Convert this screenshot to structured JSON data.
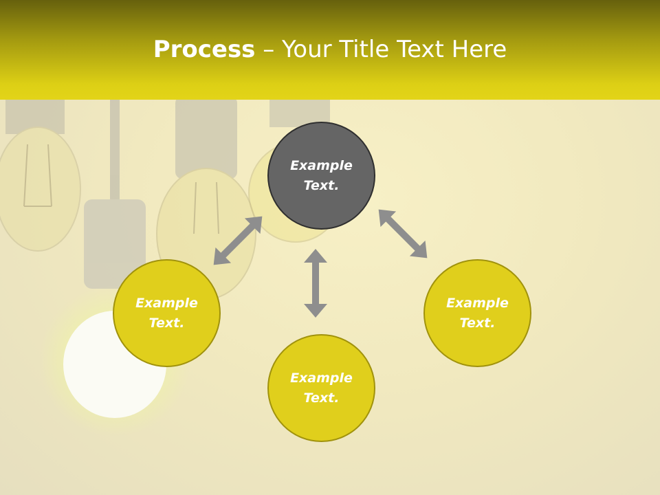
{
  "title": {
    "bold": "Process",
    "rest": " – Your Title Text Here"
  },
  "nodes": [
    {
      "id": "top",
      "text": "Example\nText.",
      "color": "#656565"
    },
    {
      "id": "left",
      "text": "Example\nText.",
      "color": "#e0cf1c"
    },
    {
      "id": "bottom",
      "text": "Example\nText.",
      "color": "#e0cf1c"
    },
    {
      "id": "right",
      "text": "Example\nText.",
      "color": "#e0cf1c"
    }
  ],
  "colors": {
    "header": "#ddd015",
    "arrow": "#8e8e8e",
    "dark_node": "#656565",
    "yellow_node": "#e0cf1c"
  }
}
